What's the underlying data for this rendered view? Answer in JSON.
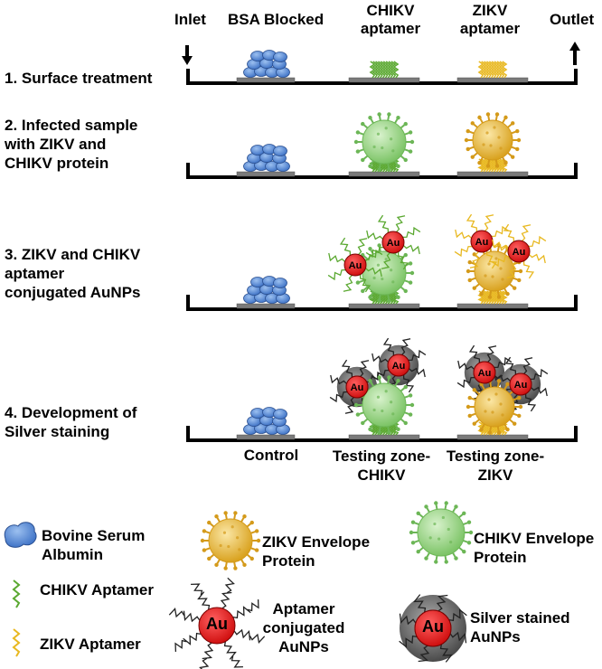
{
  "header": {
    "inlet": "Inlet",
    "bsa_blocked": "BSA Blocked",
    "chikv_aptamer": "CHIKV\naptamer",
    "zikv_aptamer": "ZIKV\naptamer",
    "outlet": "Outlet"
  },
  "steps": [
    {
      "label": "1. Surface treatment"
    },
    {
      "label": "2. Infected sample\nwith ZIKV and\nCHIKV protein"
    },
    {
      "label": "3. ZIKV and CHIKV\naptamer\nconjugated AuNPs"
    },
    {
      "label": "4. Development of\nSilver staining"
    }
  ],
  "zones": {
    "control": "Control",
    "chikv": "Testing zone-\nCHIKV",
    "zikv": "Testing zone-\nZIKV"
  },
  "legend": {
    "bsa": "Bovine Serum\nAlbumin",
    "chikv_aptamer": "CHIKV Aptamer",
    "zikv_aptamer": "ZIKV Aptamer",
    "zikv_protein": "ZIKV Envelope\nProtein",
    "chikv_protein": "CHIKV Envelope\nProtein",
    "aptamer_aunp": "Aptamer\nconjugated\nAuNPs",
    "silver_aunp": "Silver stained\nAuNPs"
  },
  "au_label": "Au",
  "colors": {
    "bsa_blue": "#4a7fd0",
    "chikv_green": "#8ed07a",
    "zikv_yellow": "#e6b02a",
    "gold_red": "#e02020",
    "silver_grey": "#6e6e6e",
    "surface_grey": "#808080"
  }
}
